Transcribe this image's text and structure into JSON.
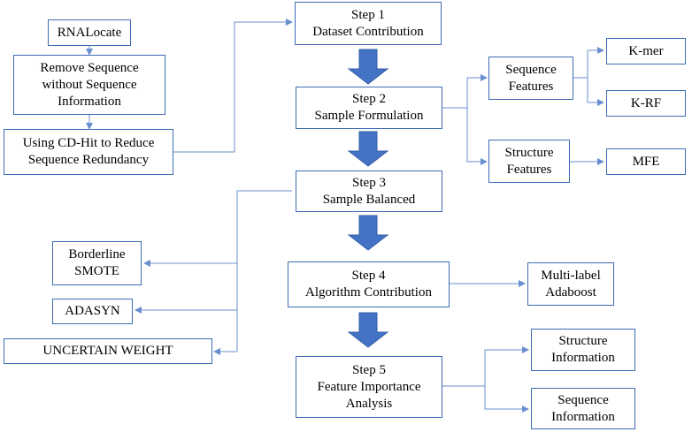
{
  "nodes": {
    "rnalocate": {
      "lines": [
        "RNALocate"
      ]
    },
    "remove_seq": {
      "lines": [
        "Remove Sequence",
        "without Sequence",
        "Information"
      ]
    },
    "cdhit": {
      "lines": [
        "Using CD-Hit to Reduce",
        "Sequence Redundancy"
      ]
    },
    "step1": {
      "lines": [
        "Step 1",
        "Dataset Contribution"
      ]
    },
    "step2": {
      "lines": [
        "Step 2",
        "Sample Formulation"
      ]
    },
    "step3": {
      "lines": [
        "Step 3",
        "Sample Balanced"
      ]
    },
    "step4": {
      "lines": [
        "Step 4",
        "Algorithm Contribution"
      ]
    },
    "step5": {
      "lines": [
        "Step 5",
        "Feature Importance",
        "Analysis"
      ]
    },
    "seq_features": {
      "lines": [
        "Sequence",
        "Features"
      ]
    },
    "struct_features": {
      "lines": [
        "Structure",
        "Features"
      ]
    },
    "kmer": {
      "lines": [
        "K-mer"
      ]
    },
    "krf": {
      "lines": [
        "K-RF"
      ]
    },
    "mfe": {
      "lines": [
        "MFE"
      ]
    },
    "borderline_smote": {
      "lines": [
        "Borderline",
        "SMOTE"
      ]
    },
    "adasyn": {
      "lines": [
        "ADASYN"
      ]
    },
    "uncertain_weight": {
      "lines": [
        "UNCERTAIN WEIGHT"
      ]
    },
    "multilabel_adaboost": {
      "lines": [
        "Multi-label",
        "Adaboost"
      ]
    },
    "structure_info": {
      "lines": [
        "Structure",
        "Information"
      ]
    },
    "sequence_info": {
      "lines": [
        "Sequence",
        "Information"
      ]
    }
  },
  "colors": {
    "border": "#3d6bb3",
    "line": "#6a8fcf",
    "arrow_fill": "#4472c4"
  }
}
